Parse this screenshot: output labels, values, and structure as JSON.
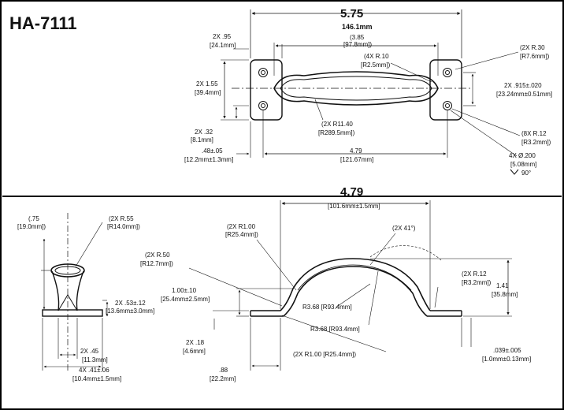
{
  "part_number": "HA-7111",
  "top_view": {
    "overall_length_in": "5.75",
    "overall_length_mm": "146.1mm",
    "grip_length_in": "(3.85",
    "grip_length_mm": "[97.8mm])",
    "base_width_in": "2X .95",
    "base_width_mm": "[24.1mm]",
    "base_height_in": "2X 1.55",
    "base_height_mm": "[39.4mm]",
    "hole_offset_in": "2X .32",
    "hole_offset_mm": "[8.1mm]",
    "edge_dist_in": ".48±.05",
    "edge_dist_mm": "[12.2mm±1.3mm]",
    "hole_spacing_in": "4.79",
    "hole_spacing_mm": "[121.67mm]",
    "radius_10_in": "(4X R.10",
    "radius_10_mm": "[R2.5mm])",
    "radius_11_40_in": "(2X R11.40",
    "radius_11_40_mm": "[R289.5mm])",
    "corner_radius_in": "(2X R.30",
    "corner_radius_mm": "[R7.6mm])",
    "hole_pitch_in": "2X .915±.020",
    "hole_pitch_mm": "[23.24mm±0.51mm]",
    "radius_12_in": "(8X R.12",
    "radius_12_mm": "[R3.2mm])",
    "hole_dia_in": "4X Ø.200",
    "hole_dia_mm": "[5.08mm]",
    "csk_angle": "90°"
  },
  "end_view": {
    "height_in": "(.75",
    "height_mm": "[19.0mm])",
    "top_radius_in": "(2X R.55",
    "top_radius_mm": "[R14.0mm])",
    "foot_width_in": "2X .53±.12",
    "foot_width_mm": "[13.6mm±3.0mm]",
    "base_in": "2X .45",
    "base_mm": "[11.3mm]",
    "overall_in": "4X .41±.06",
    "overall_mm": "[10.4mm±1.5mm]"
  },
  "side_view": {
    "span_in": "4.79",
    "span_mm": "[101.6mm±1.5mm]",
    "radius_1_in": "(2X R1.00",
    "radius_1_mm": "[R25.4mm])",
    "angle": "(2X 41°)",
    "radius_50_in": "(2X R.50",
    "radius_50_mm": "[R12.7mm])",
    "rise_in": "1.00±.10",
    "rise_mm": "[25.4mm±2.5mm]",
    "radius_12_in": "(2X R.12",
    "radius_12_mm": "[R3.2mm])",
    "height_in": "1.41",
    "height_mm": "[35.8mm]",
    "inner_radius": "R3.68 [R93.4mm]",
    "outer_radius": "R3.68 [R93.4mm]",
    "foot_height_in": "2X .18",
    "foot_height_mm": "[4.6mm]",
    "radius_2_label": "(2X R1.00 [R25.4mm])",
    "foot_len_in": ".88",
    "foot_len_mm": "[22.2mm]",
    "thickness_in": ".039±.005",
    "thickness_mm": "[1.0mm±0.13mm]"
  }
}
